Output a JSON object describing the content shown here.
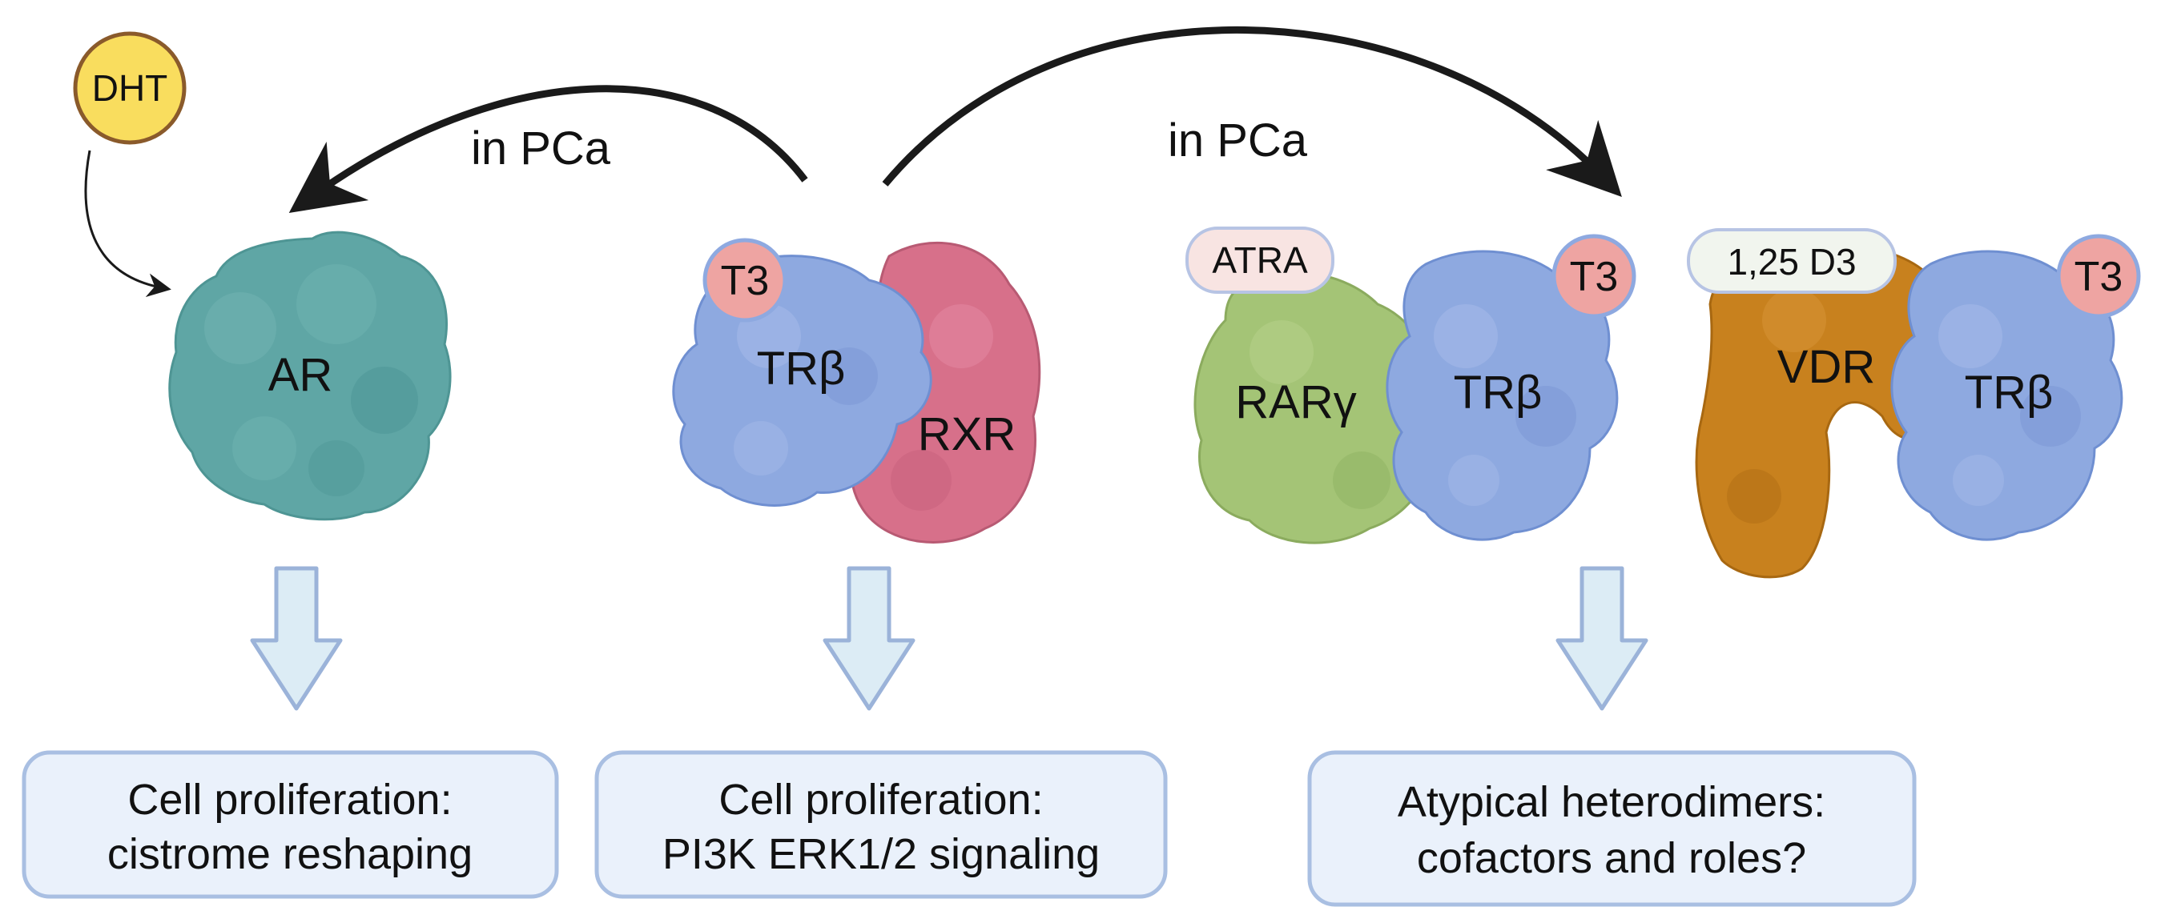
{
  "arrows": {
    "left_label": "in PCa",
    "right_label": "in PCa"
  },
  "ligands": {
    "dht": "DHT",
    "t3_a": "T3",
    "atra": "ATRA",
    "t3_b": "T3",
    "d3": "1,25 D3",
    "t3_c": "T3"
  },
  "proteins": {
    "ar": "AR",
    "trb_a": "TRβ",
    "rxr": "RXR",
    "rarg": "RARγ",
    "trb_b": "TRβ",
    "vdr": "VDR",
    "trb_c": "TRβ"
  },
  "outcomes": [
    {
      "line1": "Cell proliferation:",
      "line2": "cistrome reshaping"
    },
    {
      "line1": "Cell proliferation:",
      "line2": "PI3K ERK1/2 signaling"
    },
    {
      "line1": "Atypical heterodimers:",
      "line2": "cofactors and roles?"
    }
  ],
  "colors": {
    "ar": "#5fa6a5",
    "trb": "#8ea9e0",
    "rxr": "#d7708a",
    "rarg": "#a4c476",
    "vdr": "#c8811e",
    "t3": "#eea4a2",
    "dht": "#f9dd5e",
    "pill": "#f1f5ee",
    "box_fill": "#eaf1fb",
    "box_stroke": "#a9bfe2",
    "down_arrow_fill": "#dcecf5",
    "down_arrow_stroke": "#9bb3d9"
  }
}
